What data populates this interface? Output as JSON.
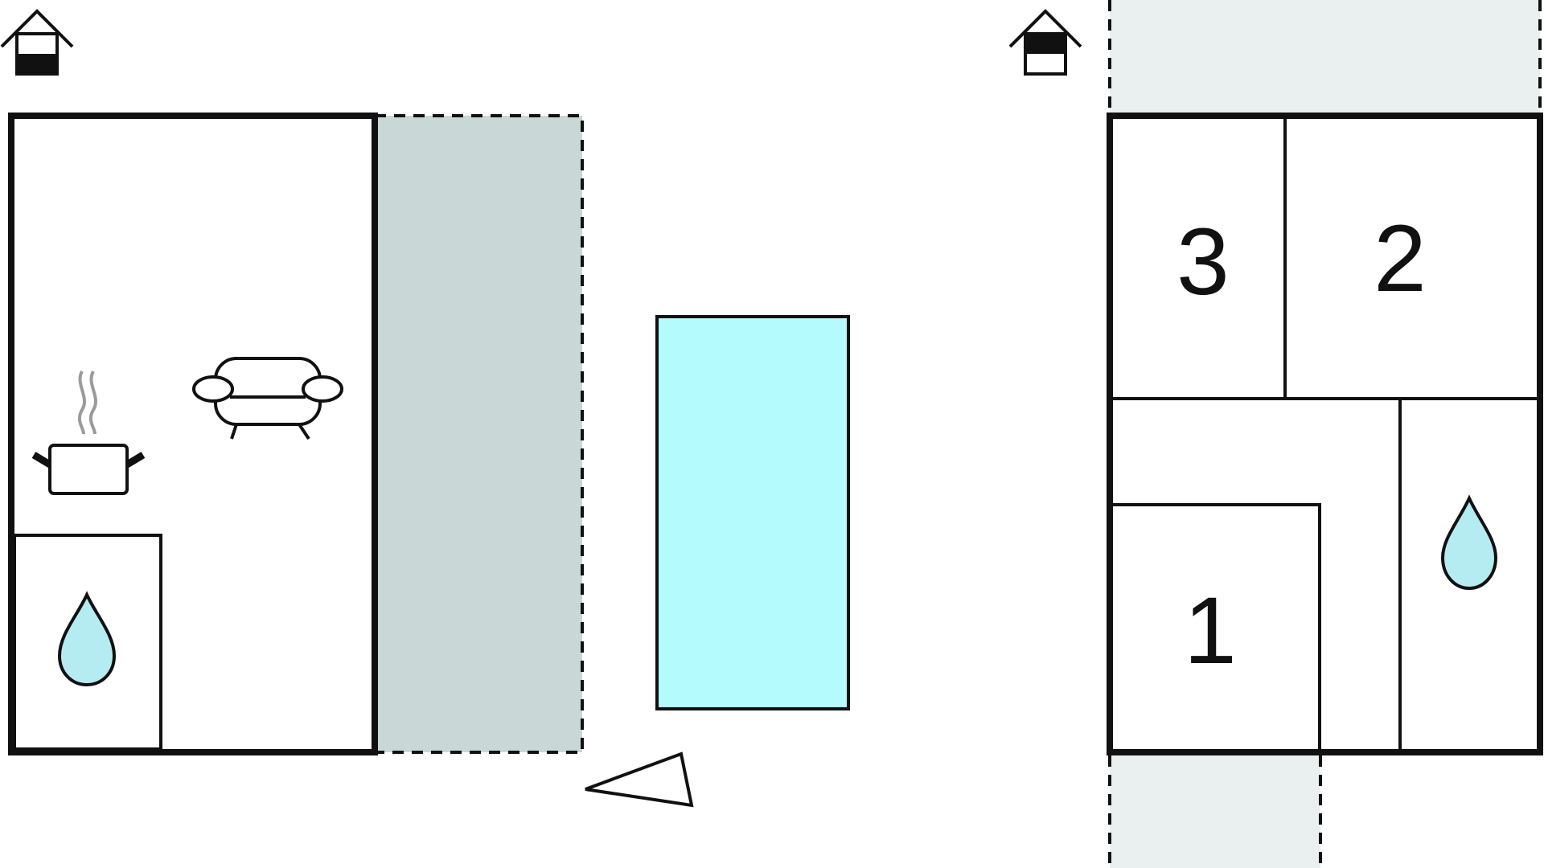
{
  "floorplan": {
    "ground_floor": {
      "level_icon": "house-ground-floor-icon",
      "rooms": [
        {
          "type": "living-kitchen",
          "icons": [
            "cooking-pot-icon",
            "sofa-icon"
          ]
        },
        {
          "type": "bathroom",
          "icon": "water-drop-icon"
        },
        {
          "type": "terrace"
        }
      ],
      "pool": {
        "icon": "swimming-pool"
      },
      "compass": {
        "icon": "north-arrow-icon"
      }
    },
    "upper_floor": {
      "level_icon": "house-upper-floor-icon",
      "rooms": [
        {
          "label": "3"
        },
        {
          "label": "2"
        },
        {
          "label": "1"
        },
        {
          "type": "bathroom",
          "icon": "water-drop-icon"
        }
      ]
    },
    "colors": {
      "wall": "#111111",
      "terrace": "#c9d7d7",
      "balcony": "#e9f0ef",
      "pool": "#b3fbfc",
      "water": "#b5ecf2",
      "steam": "#9a9a9a"
    }
  }
}
